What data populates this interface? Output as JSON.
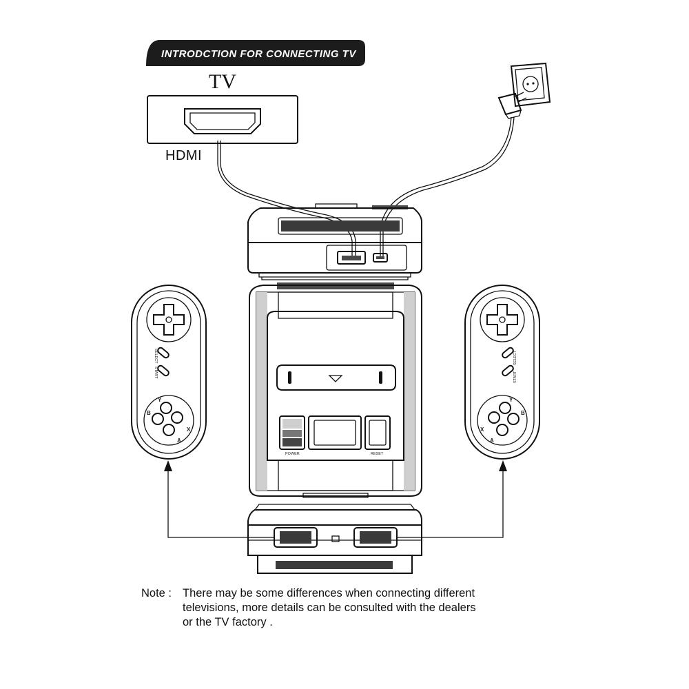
{
  "banner": {
    "title": "INTRODCTION FOR CONNECTING TV"
  },
  "tv": {
    "label": "TV",
    "port_label": "HDMI"
  },
  "console": {
    "power_label": "POWER",
    "reset_label": "RESET"
  },
  "controller": {
    "select_label": "SELECT",
    "start_label": "START",
    "buttons": [
      "Y",
      "B",
      "X",
      "A"
    ]
  },
  "note": {
    "label": "Note :",
    "text": "There may be some differences when connecting different\ntelevisions, more details can be consulted with the dealers\nor the TV factory ."
  },
  "icons": [
    "wall-outlet-icon",
    "power-plug-icon",
    "hdmi-port-icon",
    "dpad-icon"
  ]
}
